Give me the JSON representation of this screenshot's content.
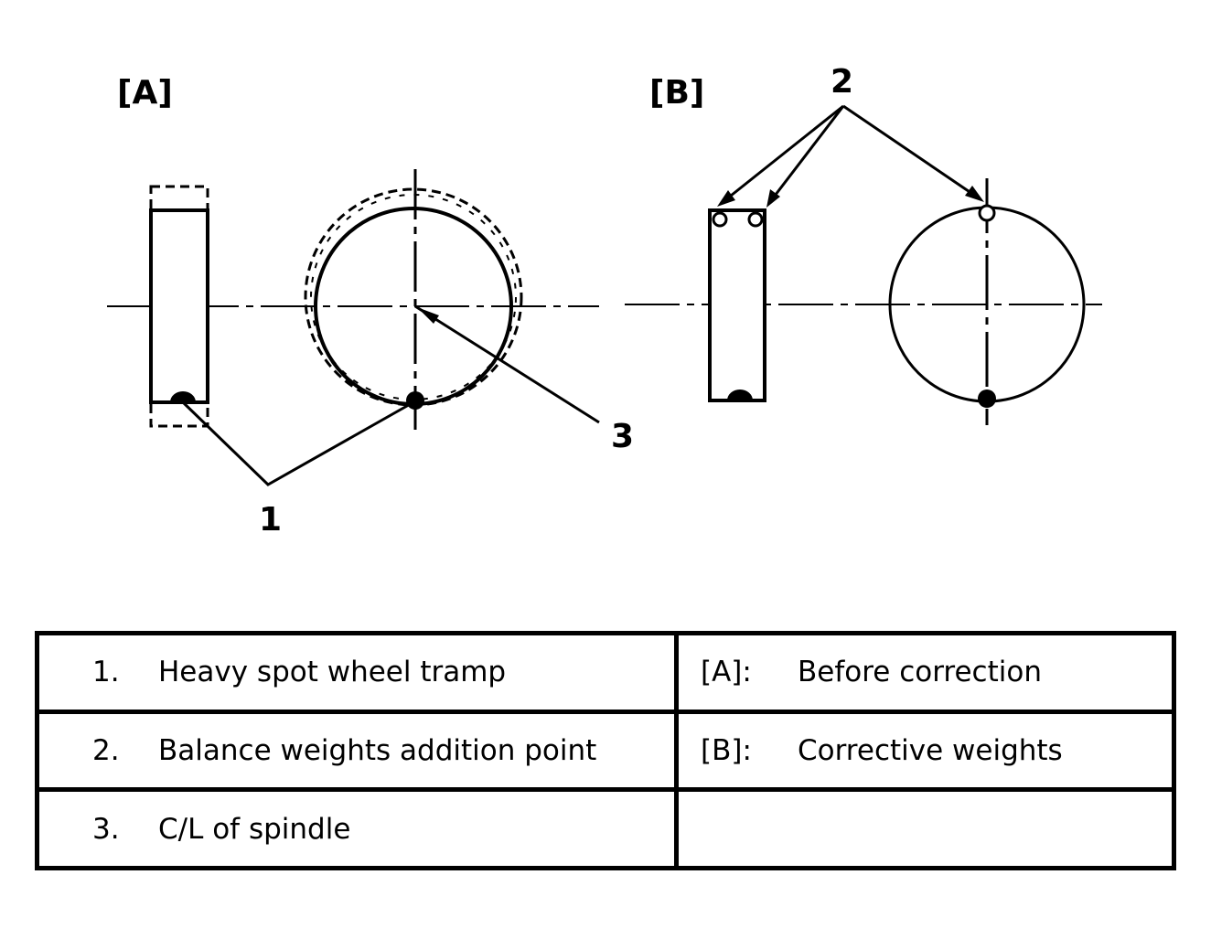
{
  "diagram": {
    "panel_a_label": "[A]",
    "panel_b_label": "[B]",
    "callout_1": "1",
    "callout_2": "2",
    "callout_3": "3"
  },
  "legend": {
    "rows": [
      {
        "num": "1.",
        "text": "Heavy spot wheel tramp",
        "key": "[A]:",
        "key_text": "Before correction"
      },
      {
        "num": "2.",
        "text": "Balance weights addition point",
        "key": "[B]:",
        "key_text": "Corrective weights"
      },
      {
        "num": "3.",
        "text": "C/L of spindle",
        "key": "",
        "key_text": ""
      }
    ]
  }
}
